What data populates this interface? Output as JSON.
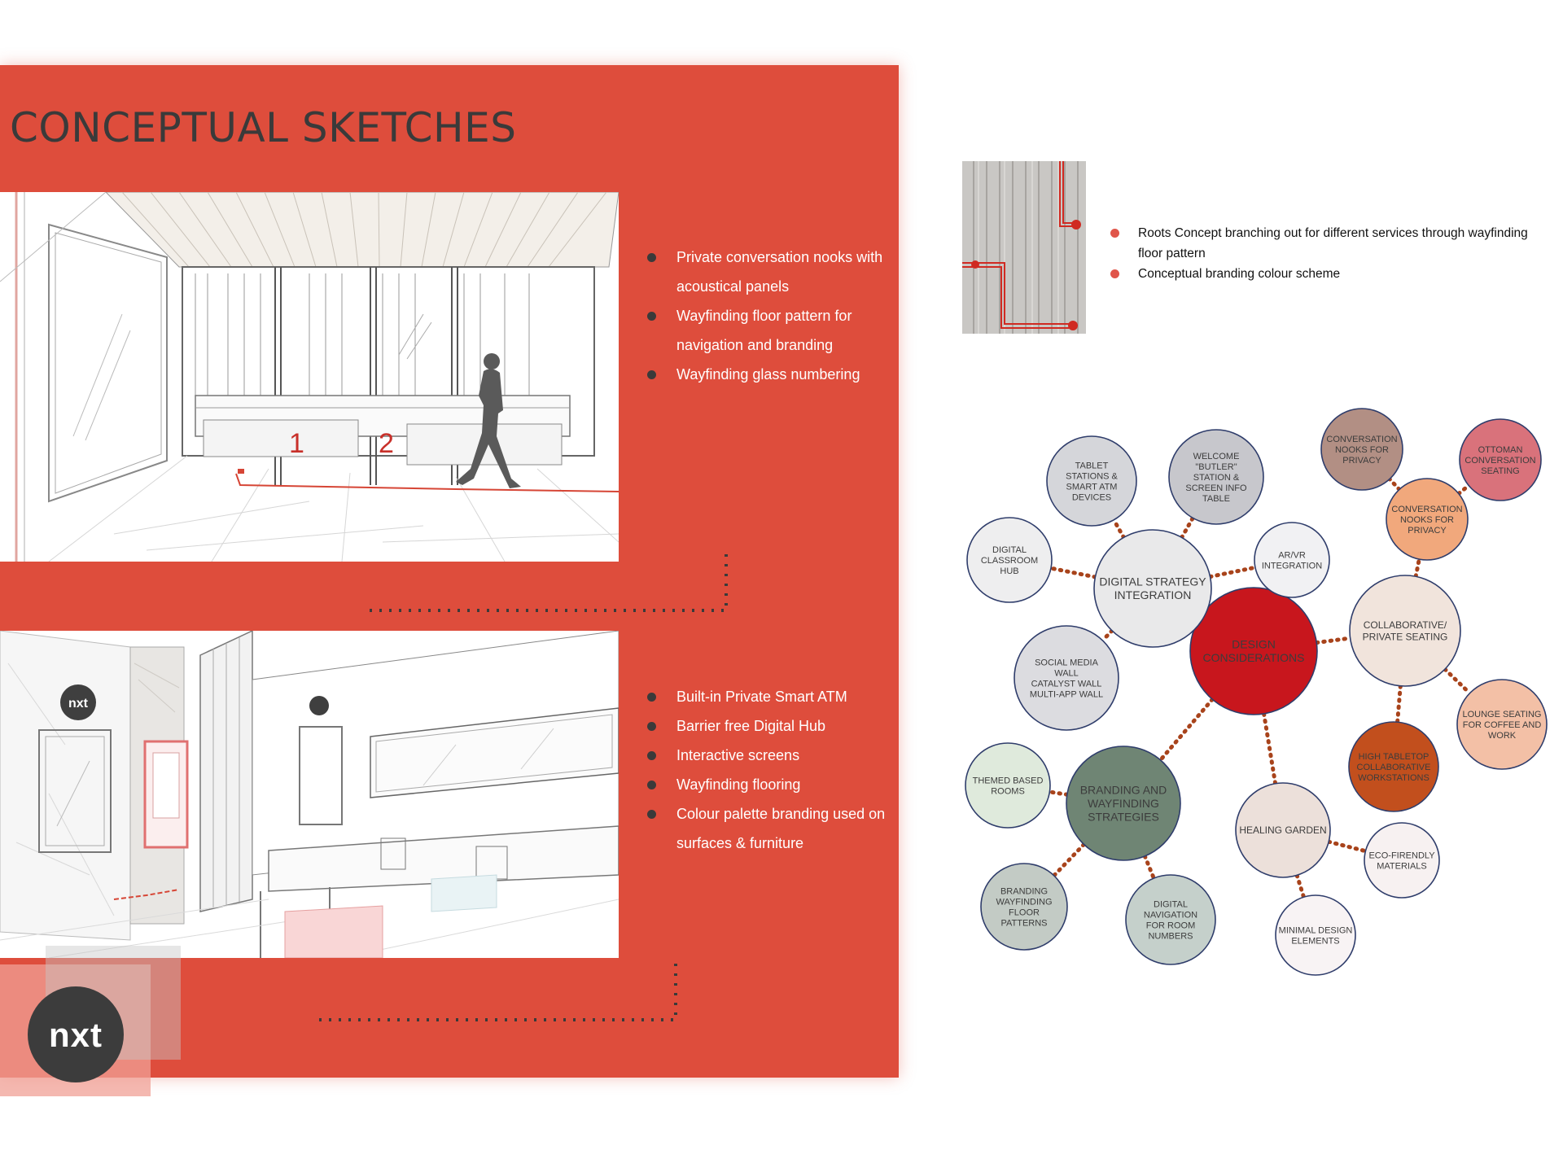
{
  "page": {
    "title": "CONCEPTUAL SKETCHES",
    "accent_color": "#de4d3c"
  },
  "sketch1": {
    "numbers": [
      "1",
      "2"
    ],
    "bullets": [
      "Private conversation nooks with acoustical panels",
      "Wayfinding floor pattern for navigation and branding",
      "Wayfinding glass numbering"
    ]
  },
  "sketch2": {
    "logo_text": "nxt",
    "bullets": [
      "Built-in Private Smart ATM",
      "Barrier free Digital Hub",
      "Interactive screens",
      "Wayfinding flooring",
      "Colour palette branding used on surfaces & furniture"
    ]
  },
  "brand": {
    "logo_text": "nxt"
  },
  "legend": {
    "items": [
      "Roots Concept  branching out for different services through wayfinding floor pattern",
      "Conceptual branding colour scheme"
    ],
    "bullet_color": "#e0554a"
  },
  "mindmap": {
    "center": {
      "lines": [
        "DESIGN",
        "CONSIDERATIONS"
      ],
      "color": "#c8161d"
    },
    "hubs": {
      "digital": {
        "lines": [
          "DIGITAL STRATEGY",
          "INTEGRATION"
        ],
        "color": "#e9e9ea"
      },
      "branding": {
        "lines": [
          "BRANDING AND",
          "WAYFINDING",
          "STRATEGIES"
        ],
        "color": "#6f8574"
      },
      "seating": {
        "lines": [
          "COLLABORATIVE/",
          "PRIVATE SEATING"
        ],
        "color": "#f1e4dc"
      },
      "healing": {
        "lines": [
          "HEALING GARDEN"
        ],
        "color": "#ece0da"
      },
      "high_tabletop": {
        "lines": [
          "HIGH TABLETOP",
          "COLLABORATIVE",
          "WORKSTATIONS"
        ],
        "color": "#c24f1d"
      }
    },
    "leaves": {
      "tablet": {
        "lines": [
          "TABLET",
          "STATIONS &",
          "SMART ATM",
          "DEVICES"
        ],
        "color": "#d5d6da"
      },
      "butler": {
        "lines": [
          "WELCOME",
          "\"BUTLER\"",
          "STATION &",
          "SCREEN INFO",
          "TABLE"
        ],
        "color": "#c7c7cc"
      },
      "classroom": {
        "lines": [
          "DIGITAL",
          "CLASSROOM",
          "HUB"
        ],
        "color": "#eeeeef"
      },
      "arvr": {
        "lines": [
          "AR/VR",
          "INTEGRATION"
        ],
        "color": "#f1f1f3"
      },
      "social": {
        "lines": [
          "SOCIAL MEDIA",
          "WALL",
          "CATALYST WALL",
          "MULTI-APP WALL"
        ],
        "color": "#dcdce0"
      },
      "conv_nooks_top": {
        "lines": [
          "CONVERSATION",
          "NOOKS FOR",
          "PRIVACY"
        ],
        "color": "#b28f84"
      },
      "ottoman": {
        "lines": [
          "OTTOMAN",
          "CONVERSATION",
          "SEATING"
        ],
        "color": "#d9727b"
      },
      "conv_nooks": {
        "lines": [
          "CONVERSATION",
          "NOOKS FOR",
          "PRIVACY"
        ],
        "color": "#f1a87c"
      },
      "lounge": {
        "lines": [
          "LOUNGE SEATING",
          "FOR COFFEE AND",
          "WORK"
        ],
        "color": "#f3c0a6"
      },
      "themed": {
        "lines": [
          "THEMED BASED",
          "ROOMS"
        ],
        "color": "#dfeadc"
      },
      "branding_floor": {
        "lines": [
          "BRANDING",
          "WAYFINDING",
          "FLOOR",
          "PATTERNS"
        ],
        "color": "#c3cbc5"
      },
      "digital_nav": {
        "lines": [
          "DIGITAL",
          "NAVIGATION",
          "FOR ROOM",
          "NUMBERS"
        ],
        "color": "#c5d0cb"
      },
      "eco": {
        "lines": [
          "ECO-FIRENDLY",
          "MATERIALS"
        ],
        "color": "#f7f1f1"
      },
      "minimal": {
        "lines": [
          "MINIMAL DESIGN",
          "ELEMENTS"
        ],
        "color": "#f8f3f4"
      }
    },
    "connector_color": "#a8431b"
  }
}
